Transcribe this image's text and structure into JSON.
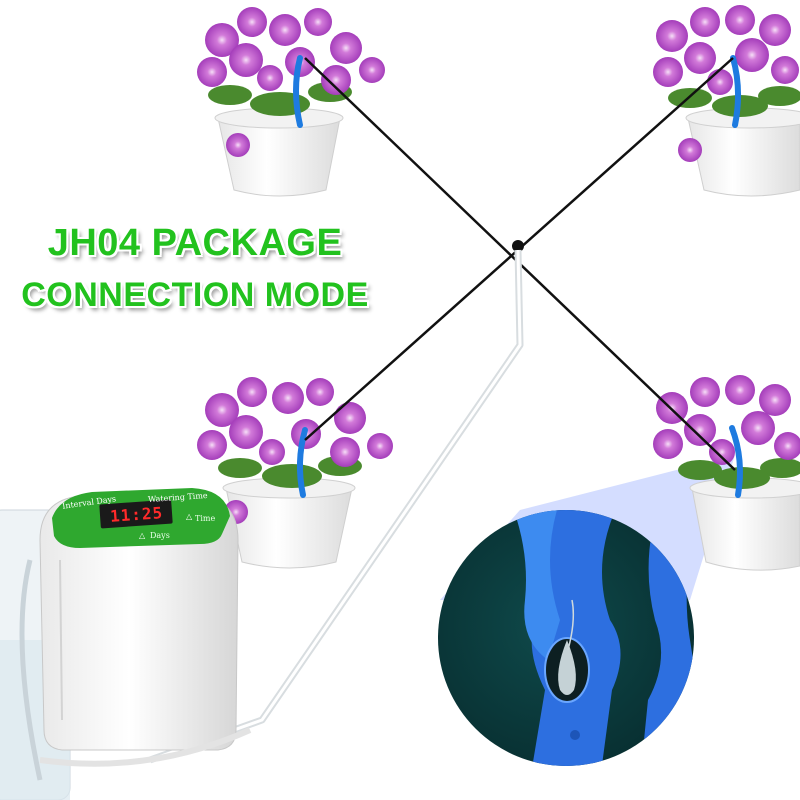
{
  "headline": {
    "line1": "JH04 PACKAGE",
    "line2": "CONNECTION MODE"
  },
  "device": {
    "label_interval": "Interval Days",
    "label_watering": "Watering Time",
    "display": "11:25",
    "button_days": "Days",
    "button_time": "Time"
  },
  "colors": {
    "headline": "#22c21e",
    "device_panel": "#2fa82f",
    "flower": "#b54fc9",
    "stake": "#1e7be0",
    "pot": "#ffffff",
    "zoom_bg": "#0b3b3d",
    "lines": "#111111"
  }
}
